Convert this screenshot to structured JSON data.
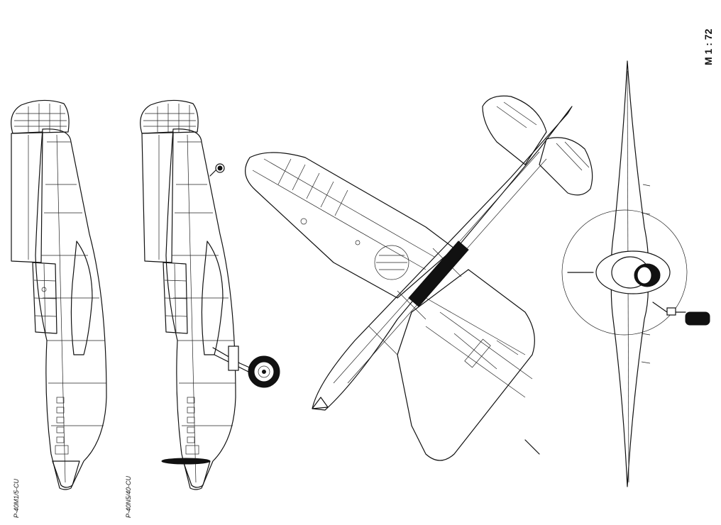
{
  "scale_label": "M 1 : 72",
  "views": [
    {
      "label": "P-40M1/5-CU"
    },
    {
      "label": "P-40N5/40-CU"
    }
  ]
}
